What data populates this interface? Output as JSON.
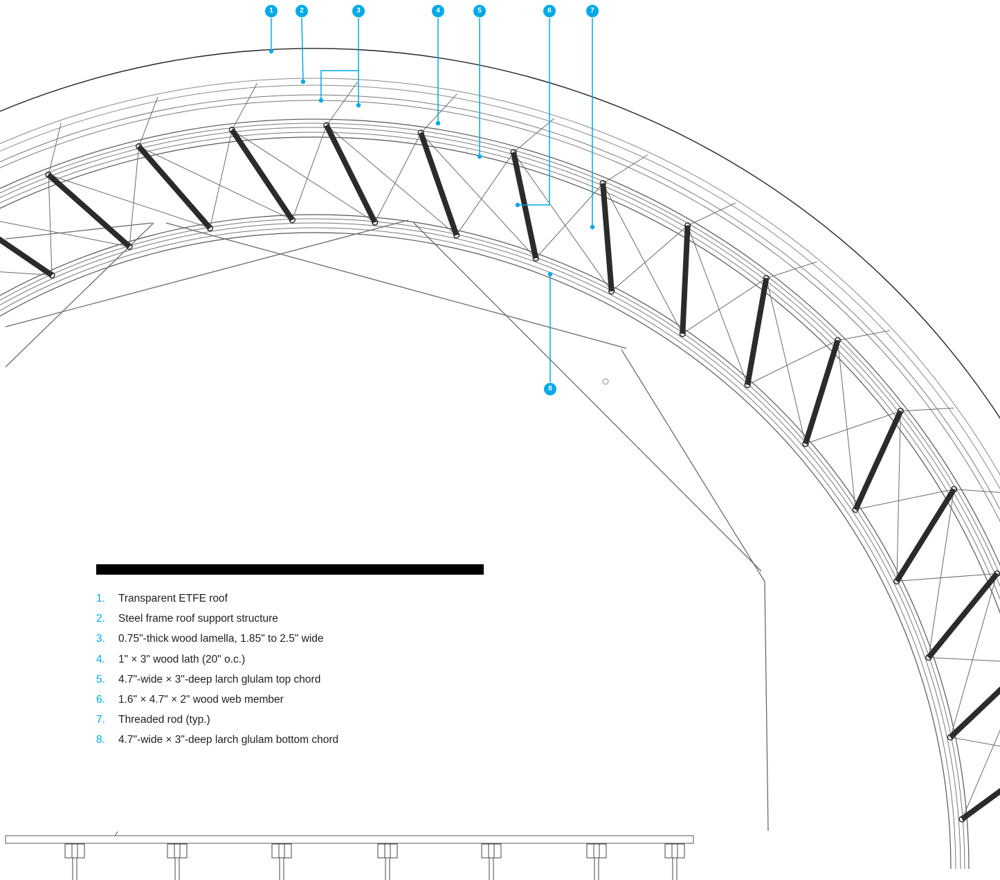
{
  "callouts": [
    "1",
    "2",
    "3",
    "4",
    "5",
    "6",
    "7",
    "8"
  ],
  "legend": {
    "items": [
      {
        "num": "1.",
        "text": "Transparent ETFE roof"
      },
      {
        "num": "2.",
        "text": "Steel frame roof support structure"
      },
      {
        "num": "3.",
        "text": "0.75\"-thick wood lamella, 1.85\" to 2.5\" wide"
      },
      {
        "num": "4.",
        "text": "1\" × 3\" wood lath (20\" o.c.)"
      },
      {
        "num": "5.",
        "text": "4.7\"-wide × 3\"-deep larch glulam top chord"
      },
      {
        "num": "6.",
        "text": "1.6\" × 4.7\" × 2\" wood web member"
      },
      {
        "num": "7.",
        "text": "Threaded rod (typ.)"
      },
      {
        "num": "8.",
        "text": "4.7\"-wide × 3\"-deep larch glulam bottom chord"
      }
    ]
  },
  "colors": {
    "accent": "#00a9e8",
    "line": "#555555",
    "web": "#2b2b2b"
  }
}
